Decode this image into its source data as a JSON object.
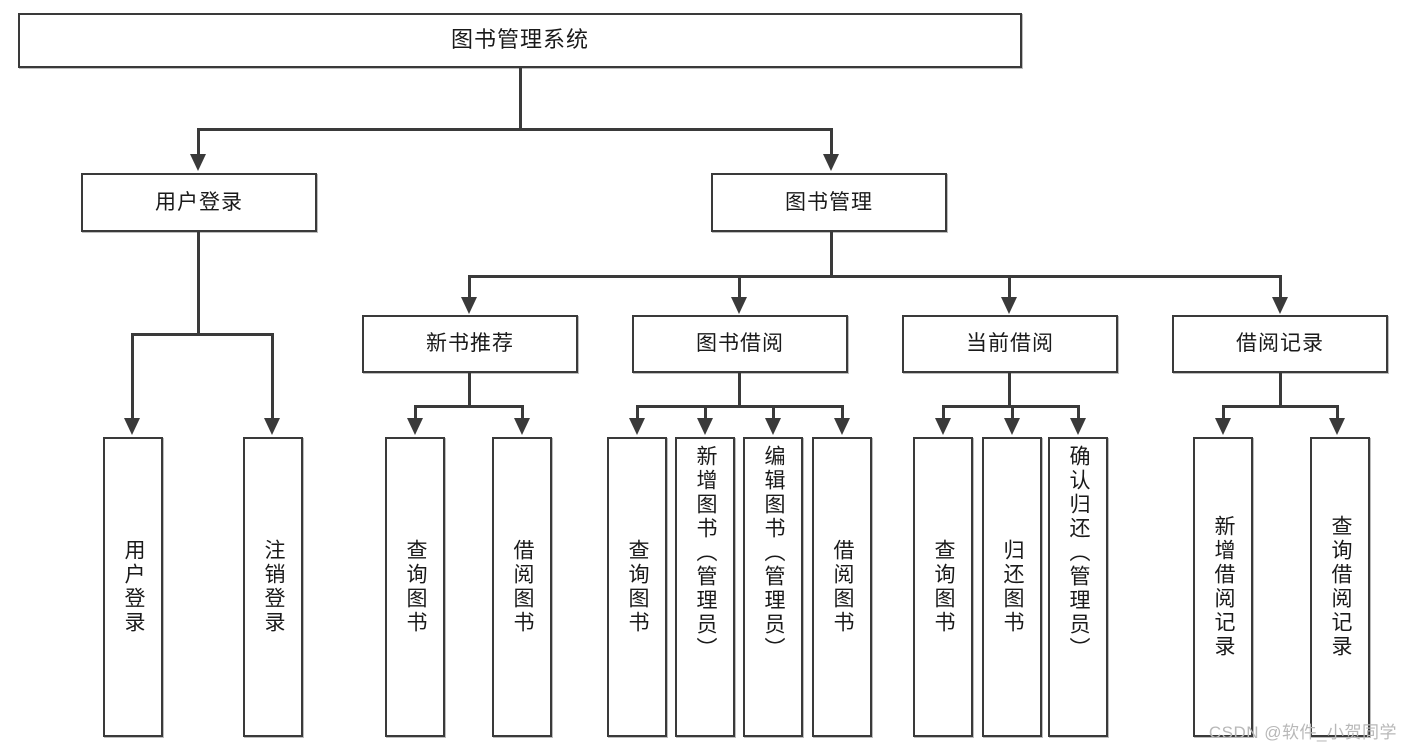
{
  "diagram": {
    "title": "图书管理系统",
    "type": "tree-hierarchy",
    "root": {
      "label": "图书管理系统"
    },
    "level2": [
      {
        "label": "用户登录"
      },
      {
        "label": "图书管理"
      }
    ],
    "level3": [
      {
        "label": "新书推荐"
      },
      {
        "label": "图书借阅"
      },
      {
        "label": "当前借阅"
      },
      {
        "label": "借阅记录"
      }
    ],
    "leaves": {
      "user_login": [
        {
          "label": "用户登录"
        },
        {
          "label": "注销登录"
        }
      ],
      "new_book_recommend": [
        {
          "label": "查询图书"
        },
        {
          "label": "借阅图书"
        }
      ],
      "book_borrow": [
        {
          "label": "查询图书"
        },
        {
          "label": "新增图书（管理员）"
        },
        {
          "label": "编辑图书（管理员）"
        },
        {
          "label": "借阅图书"
        }
      ],
      "current_borrow": [
        {
          "label": "查询图书"
        },
        {
          "label": "归还图书"
        },
        {
          "label": "确认归还（管理员）"
        }
      ],
      "borrow_record": [
        {
          "label": "新增借阅记录"
        },
        {
          "label": "查询借阅记录"
        }
      ]
    }
  },
  "watermark": {
    "text": "CSDN @软件_小贺同学"
  },
  "colors": {
    "stroke": "#3a3a3a",
    "box_fill": "#ffffff",
    "text": "#1a1a1a",
    "watermark": "#b8b8b8"
  }
}
